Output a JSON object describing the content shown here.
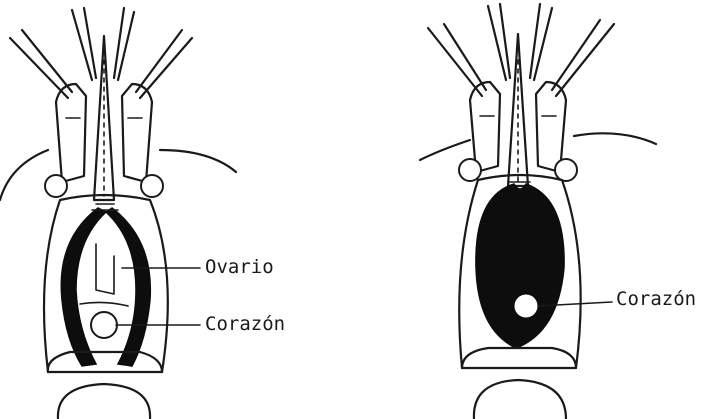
{
  "figure_left": {
    "labels": {
      "ovary": "Ovario",
      "heart": "Corazón"
    }
  },
  "figure_right": {
    "labels": {
      "heart": "Corazón"
    }
  }
}
